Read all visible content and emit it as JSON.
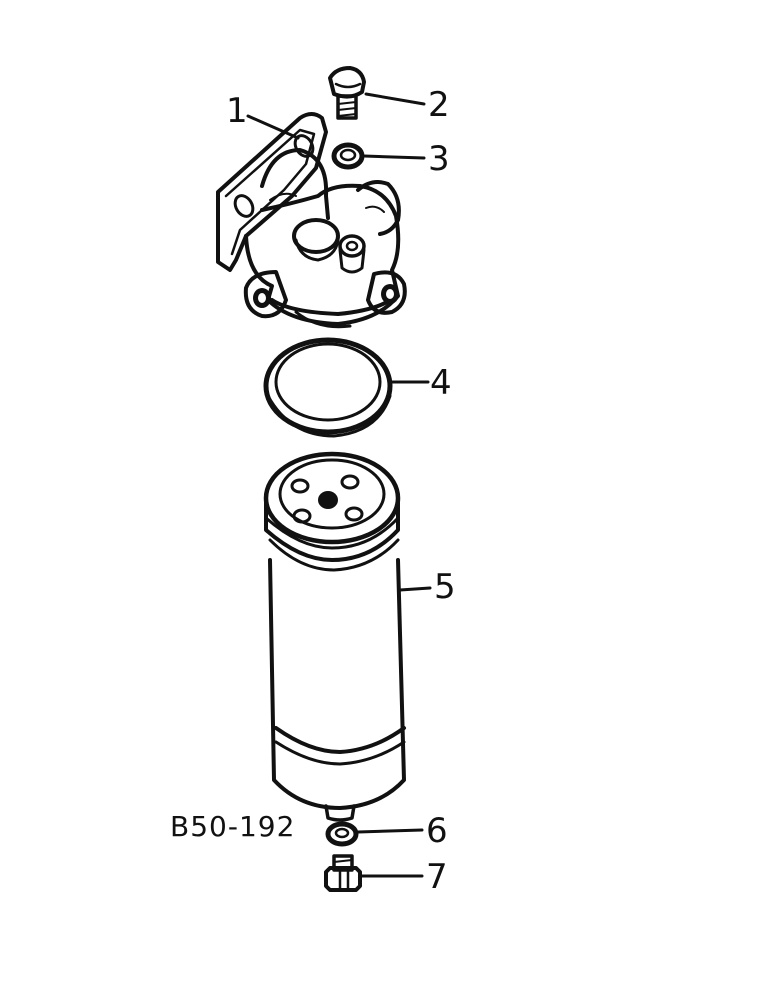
{
  "diagram": {
    "id_label": "B50-192",
    "callouts": [
      {
        "number": "1",
        "part": "filter-head"
      },
      {
        "number": "2",
        "part": "bleed-screw"
      },
      {
        "number": "3",
        "part": "sealing-washer"
      },
      {
        "number": "4",
        "part": "o-ring-seal"
      },
      {
        "number": "5",
        "part": "filter-cartridge"
      },
      {
        "number": "6",
        "part": "drain-washer"
      },
      {
        "number": "7",
        "part": "drain-plug"
      }
    ]
  }
}
